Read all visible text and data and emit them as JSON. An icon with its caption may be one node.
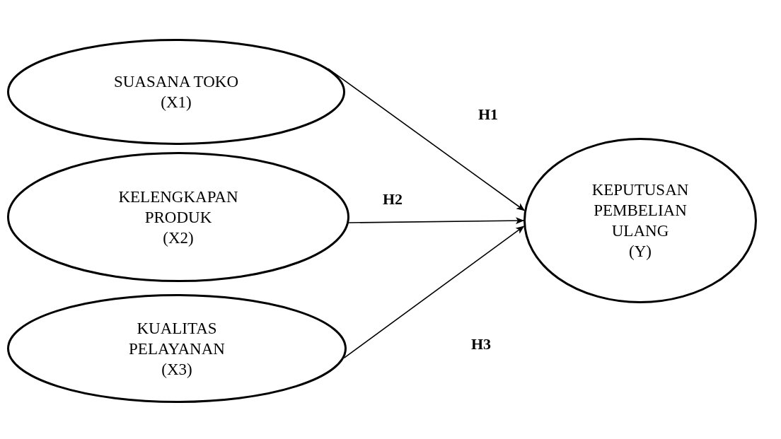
{
  "diagram": {
    "nodes": [
      {
        "text": [
          "SUASANA TOKO",
          "(X1)"
        ]
      },
      {
        "text": [
          "KELENGKAPAN PRODUK",
          "(X2)"
        ]
      },
      {
        "text": [
          "KUALITAS PELAYANAN",
          "(X3)"
        ]
      },
      {
        "text": [
          "KEPUTUSAN PEMBELIAN ULANG",
          "(Y)"
        ]
      }
    ],
    "edges": [
      {
        "from": 0,
        "to": 3,
        "arrow": "to",
        "label": "H1"
      },
      {
        "from": 1,
        "to": 3,
        "arrow": "to",
        "label": "H2"
      },
      {
        "from": 2,
        "to": 3,
        "arrow": "to",
        "label": "H3"
      }
    ]
  }
}
